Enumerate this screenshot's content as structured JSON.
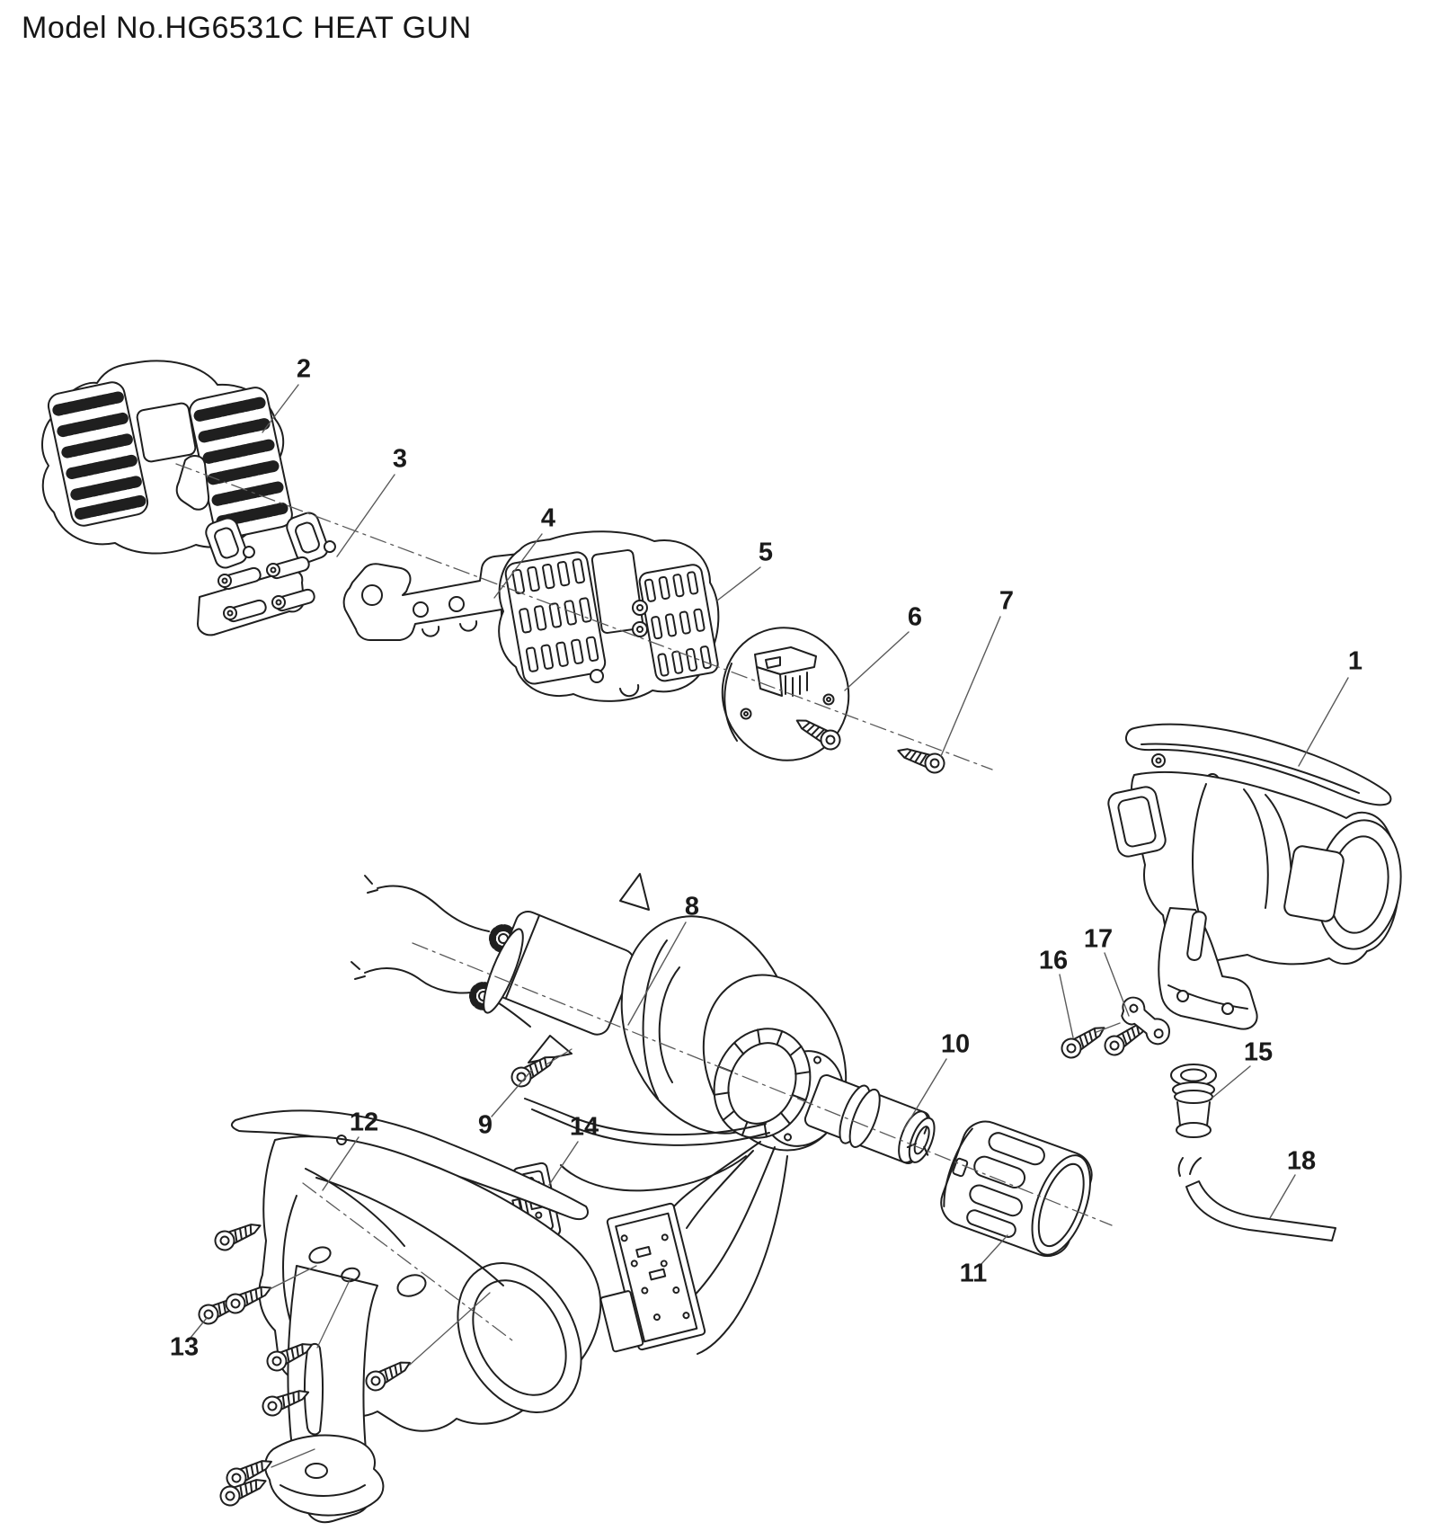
{
  "title": "Model No.HG6531C HEAT GUN",
  "parts": [
    {
      "num": "1"
    },
    {
      "num": "2"
    },
    {
      "num": "3"
    },
    {
      "num": "4"
    },
    {
      "num": "5"
    },
    {
      "num": "6"
    },
    {
      "num": "7"
    },
    {
      "num": "8"
    },
    {
      "num": "9"
    },
    {
      "num": "10"
    },
    {
      "num": "11"
    },
    {
      "num": "12"
    },
    {
      "num": "13"
    },
    {
      "num": "14"
    },
    {
      "num": "15"
    },
    {
      "num": "16"
    },
    {
      "num": "17"
    },
    {
      "num": "18"
    }
  ]
}
